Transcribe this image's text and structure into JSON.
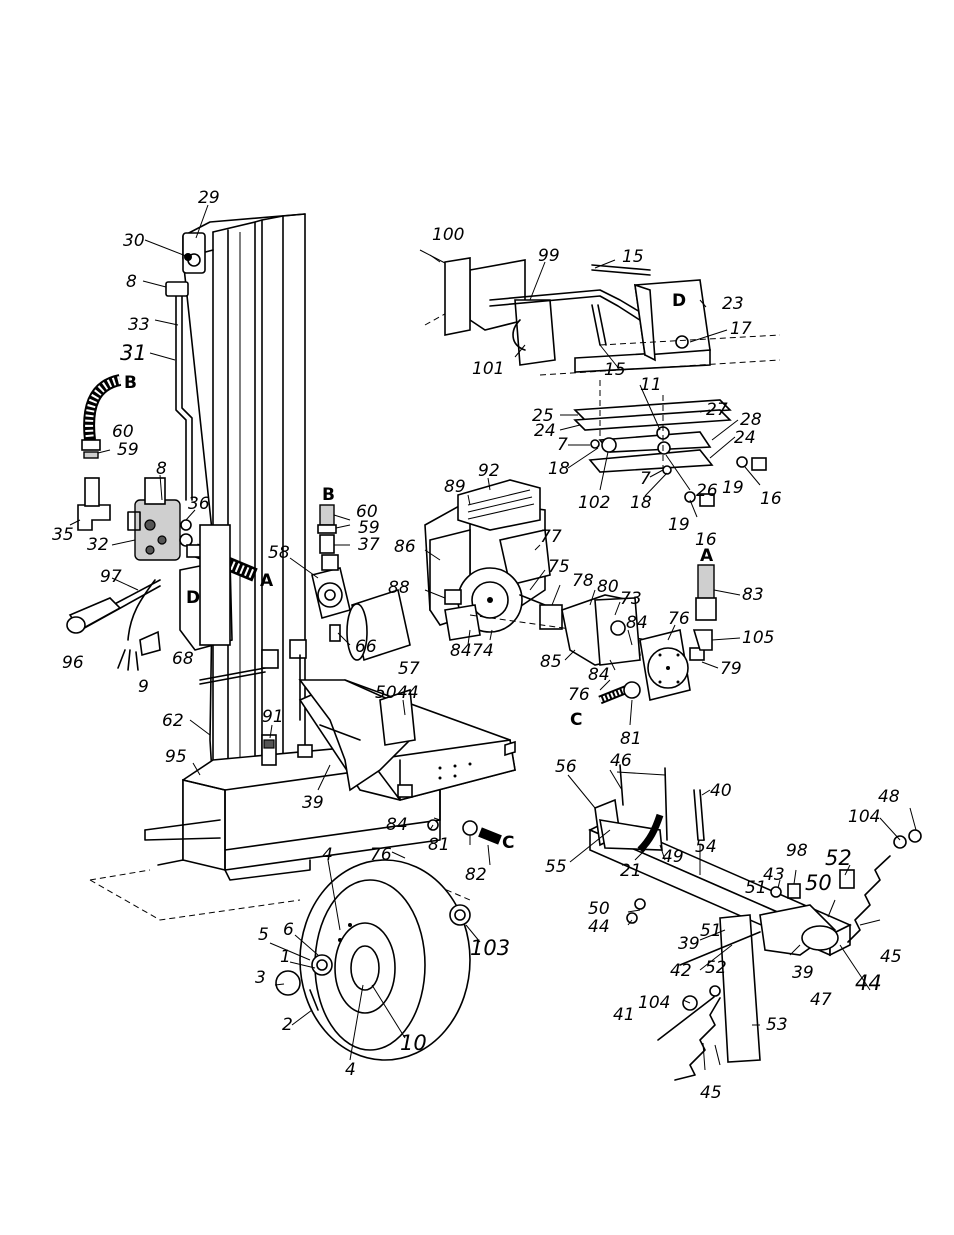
{
  "diagram": {
    "letters": {
      "A": "A",
      "B": "B",
      "C": "C",
      "D": "D"
    },
    "labels": {
      "n1": "1",
      "n2": "2",
      "n3": "3",
      "n4": "4",
      "n5": "5",
      "n6": "6",
      "n7": "7",
      "n8": "8",
      "n9": "9",
      "n10": "10",
      "n11": "11",
      "n15": "15",
      "n16": "16",
      "n17": "17",
      "n18": "18",
      "n19": "19",
      "n21": "21",
      "n23": "23",
      "n24": "24",
      "n25": "25",
      "n26": "26",
      "n27": "27",
      "n28": "28",
      "n29": "29",
      "n30": "30",
      "n31": "31",
      "n32": "32",
      "n33": "33",
      "n35": "35",
      "n36": "36",
      "n37": "37",
      "n39": "39",
      "n40": "40",
      "n41": "41",
      "n42": "42",
      "n43": "43",
      "n44": "44",
      "n45": "45",
      "n46": "46",
      "n47": "47",
      "n48": "48",
      "n49": "49",
      "n50": "50",
      "n51": "51",
      "n52": "52",
      "n53": "53",
      "n54": "54",
      "n55": "55",
      "n56": "56",
      "n57": "57",
      "n58": "58",
      "n59": "59",
      "n60": "60",
      "n62": "62",
      "n66": "66",
      "n68": "68",
      "n73": "73",
      "n74": "74",
      "n75": "75",
      "n76": "76",
      "n77": "77",
      "n78": "78",
      "n79": "79",
      "n80": "80",
      "n81": "81",
      "n82": "82",
      "n83": "83",
      "n84": "84",
      "n85": "85",
      "n86": "86",
      "n88": "88",
      "n89": "89",
      "n91": "91",
      "n92": "92",
      "n95": "95",
      "n96": "96",
      "n97": "97",
      "n98": "98",
      "n99": "99",
      "n100": "100",
      "n101": "101",
      "n102": "102",
      "n103": "103",
      "n104": "104",
      "n105": "105"
    }
  }
}
